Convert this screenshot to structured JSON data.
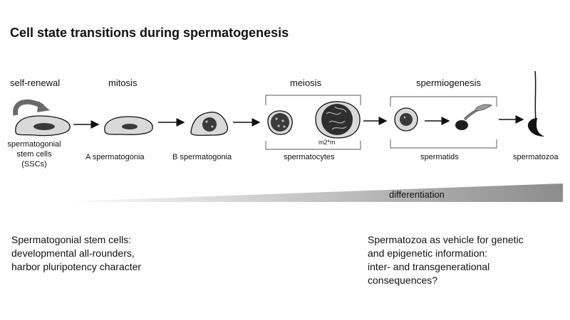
{
  "title": "Cell state transitions during spermatogenesis",
  "stages": {
    "self_renewal": "self-renewal",
    "mitosis": "mitosis",
    "meiosis": "meiosis",
    "spermiogenesis": "spermiogenesis"
  },
  "cells": {
    "ssc_line1": "spermatogonial",
    "ssc_line2": "stem cells",
    "ssc_line3": "(SSCs)",
    "a_spermatogonia": "A spermatogonia",
    "b_spermatogonia": "B spermatogonia",
    "spermatocytes": "spermatocytes",
    "spermatids": "spermatids",
    "spermatozoa": "spermatozoa",
    "m2m": "m2*m"
  },
  "differentiation_label": "differentiation",
  "notes": {
    "left": [
      "Spermatogonial stem cells:",
      "developmental all-rounders,",
      "harbor pluripotency character"
    ],
    "right": [
      "Spermatozoa as vehicle for genetic",
      "and epigenetic information:",
      "inter- and transgenerational",
      "consequences?"
    ]
  },
  "colors": {
    "cell_fill": "#d9d9d9",
    "nucleus_fill": "#3a3a3a",
    "gradient_light": "#ffffff",
    "gradient_dark": "#8c8c8c"
  }
}
